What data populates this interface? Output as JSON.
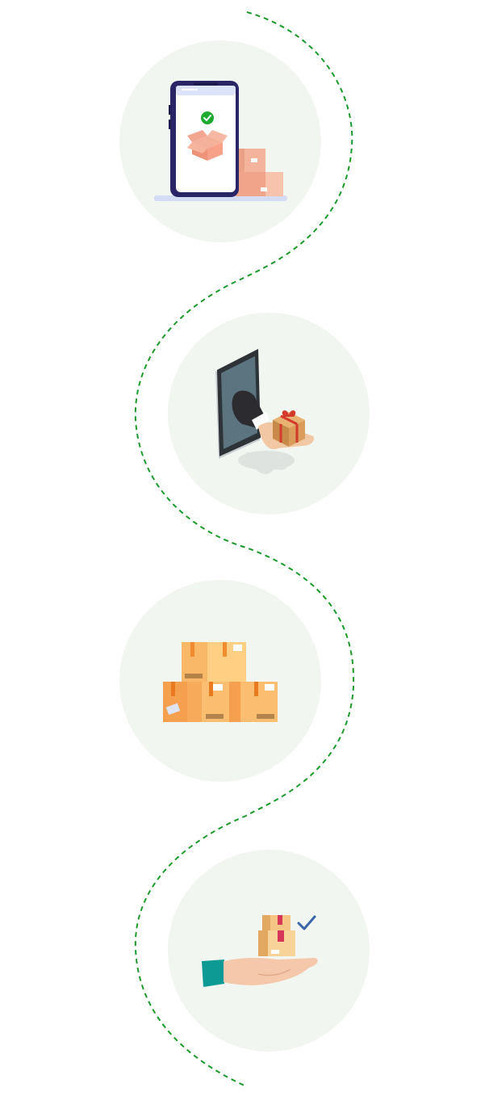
{
  "colors": {
    "page_background": "#ffffff",
    "circle_fill": "#f2f6f0",
    "dashed_path": "#1a9a2a"
  },
  "steps": [
    {
      "id": "step-1",
      "illustration": "phone-order-confirmed",
      "icons": [
        "smartphone-icon",
        "open-box-icon",
        "green-check-icon",
        "stacked-boxes-icon"
      ]
    },
    {
      "id": "step-2",
      "illustration": "tablet-hand-delivering-gift",
      "icons": [
        "tablet-icon",
        "hand-icon",
        "gift-box-icon"
      ]
    },
    {
      "id": "step-3",
      "illustration": "stacked-cardboard-boxes",
      "icons": [
        "cardboard-box-icon",
        "cardboard-box-icon",
        "cardboard-box-icon",
        "cardboard-box-icon"
      ]
    },
    {
      "id": "step-4",
      "illustration": "hand-receiving-boxes",
      "icons": [
        "open-hand-icon",
        "package-stack-icon",
        "blue-check-icon"
      ]
    }
  ]
}
